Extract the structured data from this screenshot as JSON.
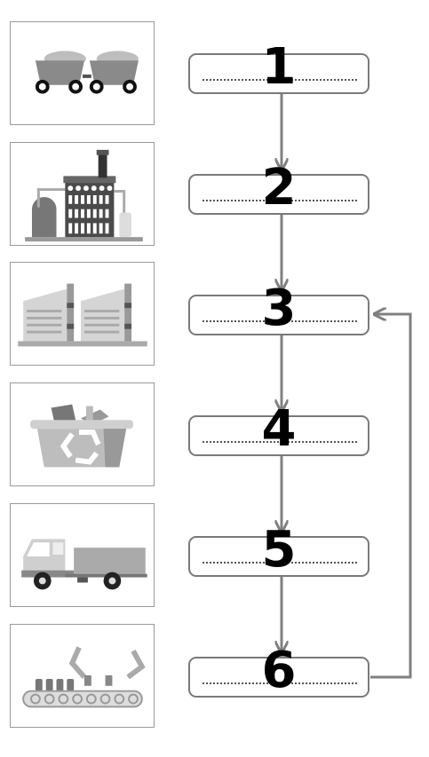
{
  "steps": [
    {
      "number": "1",
      "icon": "mine-carts-icon"
    },
    {
      "number": "2",
      "icon": "refinery-icon"
    },
    {
      "number": "3",
      "icon": "factory-icon"
    },
    {
      "number": "4",
      "icon": "recycle-bin-icon"
    },
    {
      "number": "5",
      "icon": "delivery-truck-icon"
    },
    {
      "number": "6",
      "icon": "assembly-line-icon"
    }
  ],
  "colors": {
    "arrow": "#808080",
    "border": "#7a7a7a",
    "ink": "#000000"
  }
}
